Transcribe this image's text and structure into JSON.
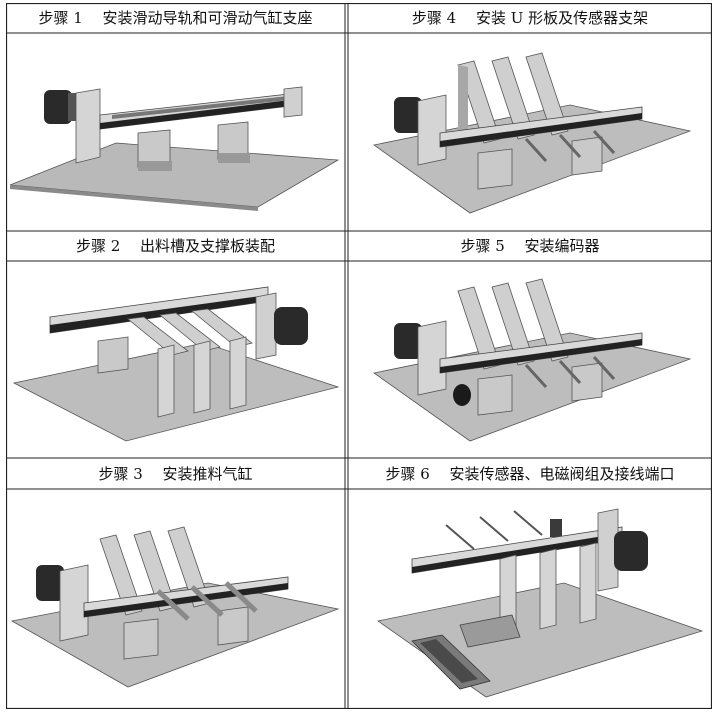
{
  "steps": [
    {
      "label": "步骤 1 　安装滑动导轨和可滑动气缸支座"
    },
    {
      "label": "步骤 4 　安装 U 形板及传感器支架"
    },
    {
      "label": "步骤 2 　出料槽及支撑板装配"
    },
    {
      "label": "步骤 5 　安装编码器"
    },
    {
      "label": "步骤 3 　安装推料气缸"
    },
    {
      "label": "步骤 6 　安装传感器、电磁阀组及接线端口"
    }
  ],
  "colors": {
    "border": "#222222",
    "plate": "#b9b9b9",
    "metal_light": "#d9d9d9",
    "metal_mid": "#a7a7a7",
    "metal_dark": "#6c6c6c",
    "belt": "#1e1e1e"
  }
}
